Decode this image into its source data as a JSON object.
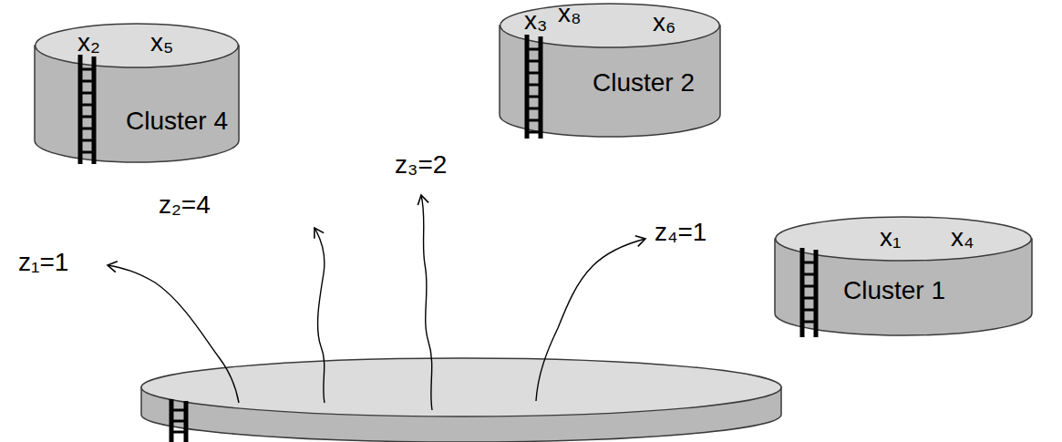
{
  "diagram": {
    "nodes": [
      {
        "text": [
          "x₂",
          "x₅",
          "Cluster 4"
        ]
      },
      {
        "text": [
          "x₃",
          "x₈",
          "x₆",
          "Cluster 2"
        ]
      },
      {
        "text": [
          "x₁",
          "x₄",
          "Cluster 1"
        ]
      }
    ],
    "labels": [
      "z₁=1",
      "z₂=4",
      "z₃=2",
      "z₄=1"
    ]
  }
}
